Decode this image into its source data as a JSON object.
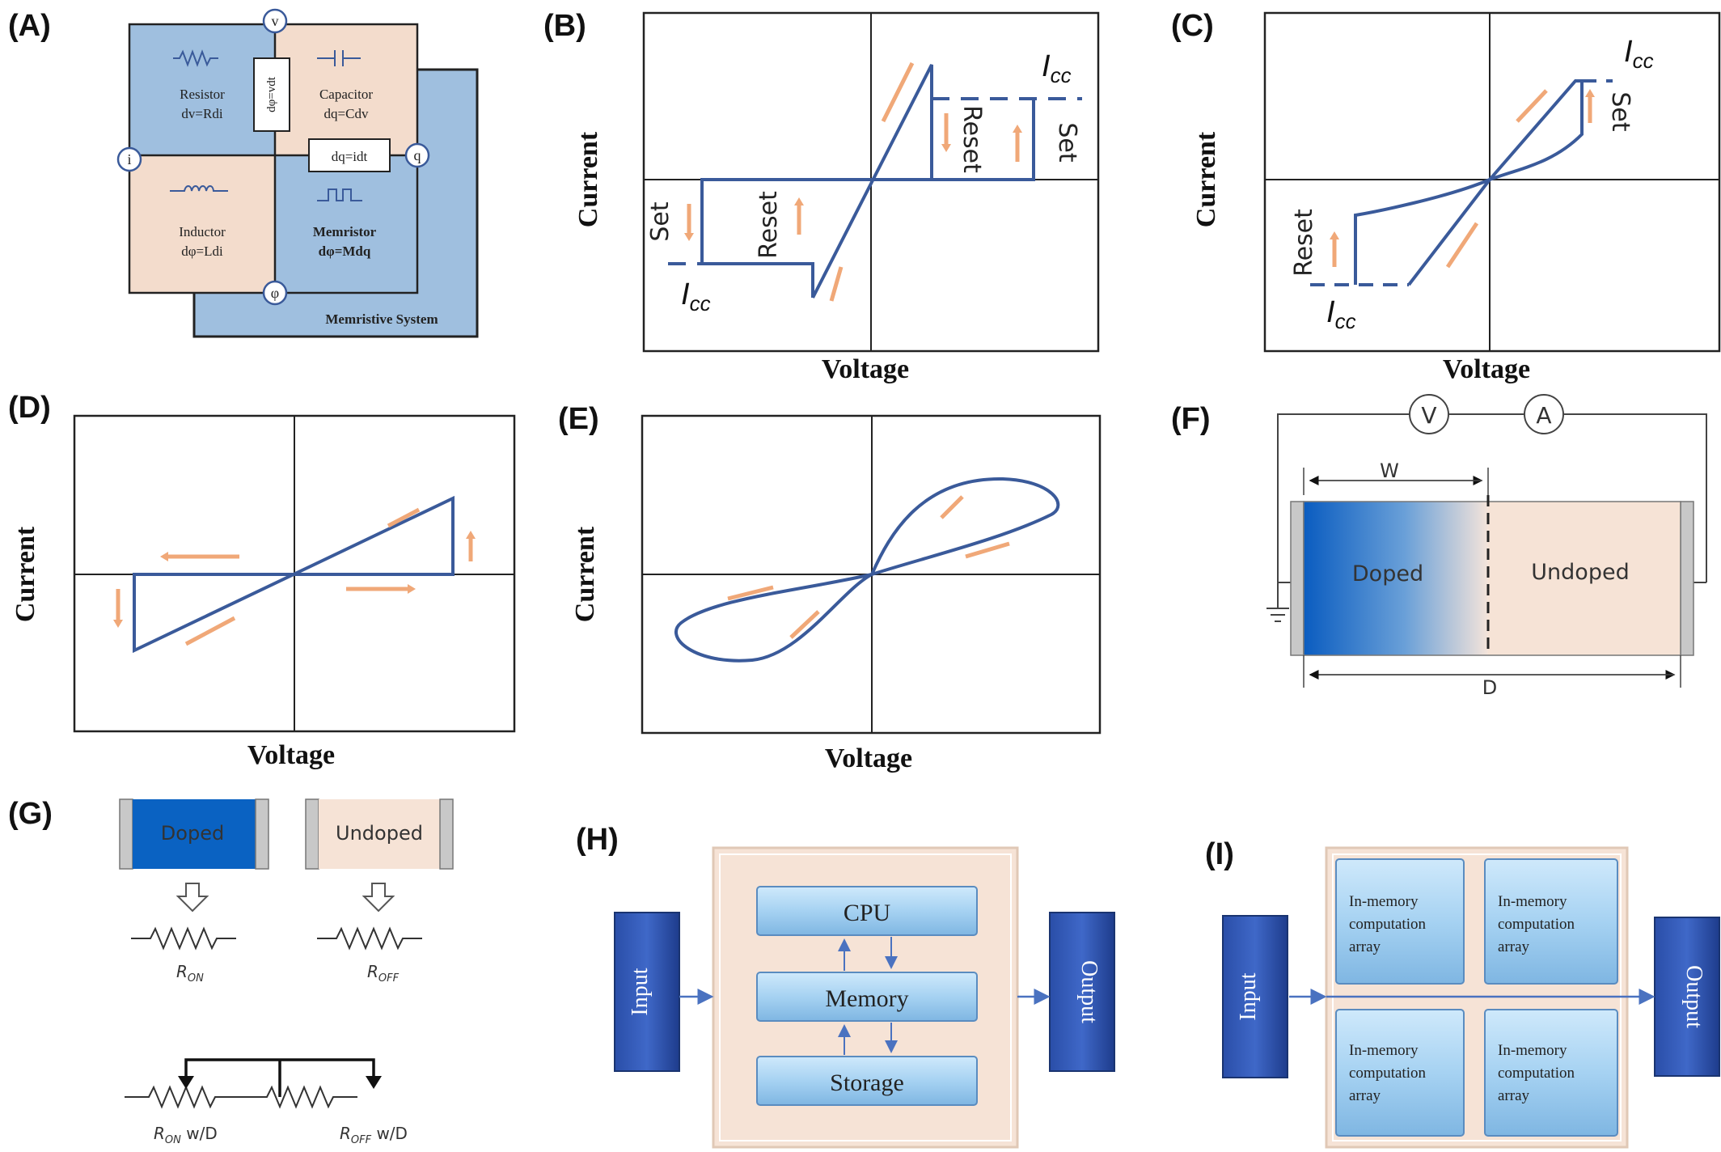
{
  "colors": {
    "blue_box": "#9fbfdf",
    "peach_box": "#f3dccc",
    "curve": "#3a5a9a",
    "arrow": "#f0a878",
    "dark_blue": "#2a4aa0",
    "light_blue": "#a8d4f0"
  },
  "panels": {
    "A": {
      "label": "(A)",
      "nodes": {
        "v": "v",
        "i": "i",
        "q": "q",
        "phi": "φ"
      },
      "resistor_name": "Resistor",
      "resistor_eq": "dv=Rdi",
      "capacitor_name": "Capacitor",
      "capacitor_eq": "dq=Cdv",
      "inductor_name": "Inductor",
      "inductor_eq": "dφ=Ldi",
      "memristor_name": "Memristor",
      "memristor_eq": "dφ=Mdq",
      "center_vertical": "dφ=vdt",
      "center_horizontal": "dq=idt",
      "system_label": "Memristive System"
    },
    "B": {
      "label": "(B)",
      "xlabel": "Voltage",
      "ylabel": "Current",
      "icc": "I",
      "icc_sub": "cc",
      "set": "Set",
      "reset": "Reset"
    },
    "C": {
      "label": "(C)",
      "xlabel": "Voltage",
      "ylabel": "Current",
      "icc": "I",
      "icc_sub": "cc",
      "set": "Set",
      "reset": "Reset"
    },
    "D": {
      "label": "(D)",
      "xlabel": "Voltage",
      "ylabel": "Current"
    },
    "E": {
      "label": "(E)",
      "xlabel": "Voltage",
      "ylabel": "Current"
    },
    "F": {
      "label": "(F)",
      "meter_v": "V",
      "meter_a": "A",
      "w": "W",
      "d": "D",
      "doped": "Doped",
      "undoped": "Undoped"
    },
    "G": {
      "label": "(G)",
      "doped": "Doped",
      "undoped": "Undoped",
      "r_on": "R",
      "r_on_sub": "ON",
      "r_off": "R",
      "r_off_sub": "OFF",
      "r_on_frac": " w/D",
      "r_off_frac": " w/D"
    },
    "H": {
      "label": "(H)",
      "input": "Input",
      "output": "Output",
      "cpu": "CPU",
      "memory": "Memory",
      "storage": "Storage"
    },
    "I": {
      "label": "(I)",
      "input": "Input",
      "output": "Output",
      "cells": [
        [
          "In-memory",
          "computation",
          "array"
        ],
        [
          "In-memory",
          "computation",
          "array"
        ],
        [
          "In-memory",
          "computation",
          "array"
        ],
        [
          "In-memory",
          "computation",
          "array"
        ]
      ]
    }
  }
}
